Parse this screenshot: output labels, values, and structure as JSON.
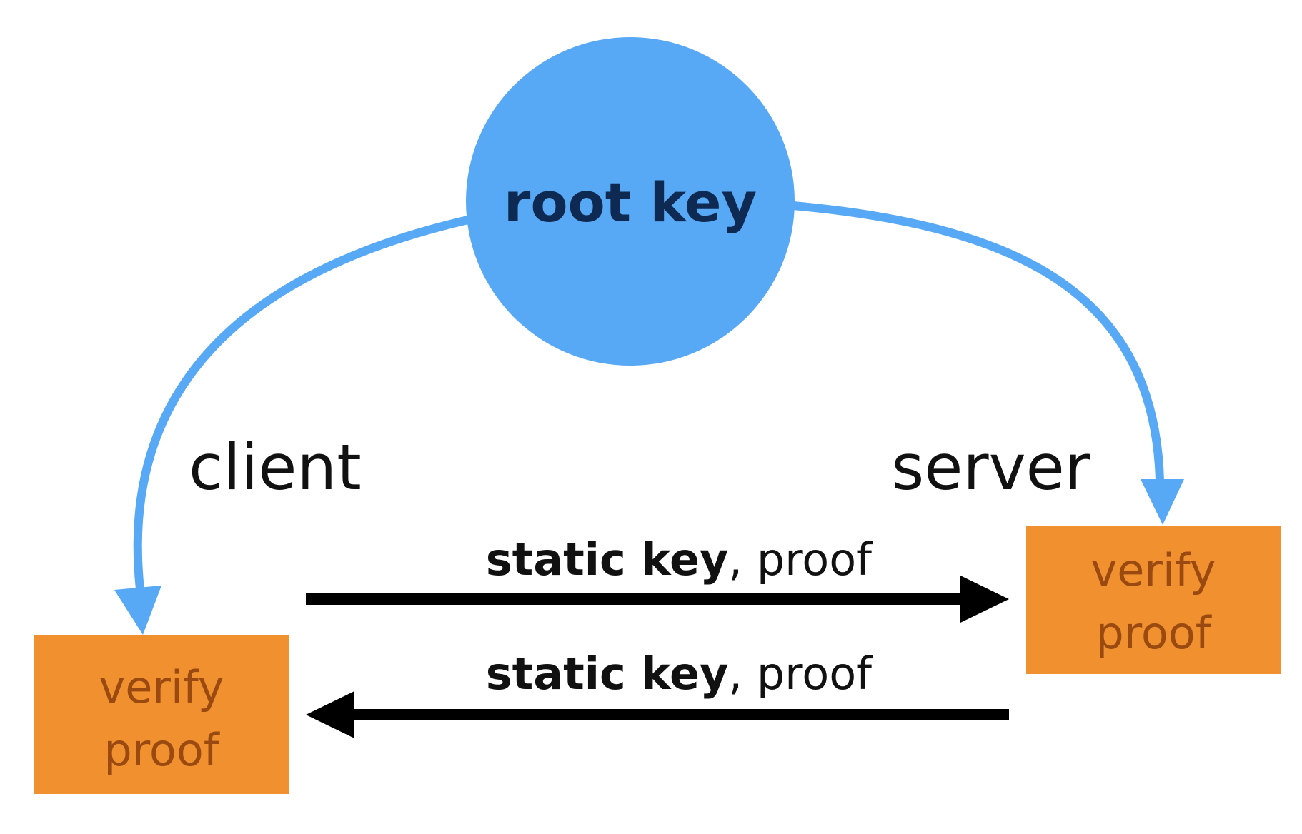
{
  "root": {
    "label": "root key"
  },
  "parties": {
    "client_label": "client",
    "server_label": "server"
  },
  "messages": [
    {
      "key_text": "static key",
      "rest_text": ", proof",
      "direction": "client-to-server"
    },
    {
      "key_text": "static key",
      "rest_text": ", proof",
      "direction": "server-to-client"
    }
  ],
  "boxes": {
    "client": {
      "line1": "verify",
      "line2": "proof"
    },
    "server": {
      "line1": "verify",
      "line2": "proof"
    }
  },
  "colors": {
    "root_fill": "#57a8f5",
    "root_text": "#0e2a52",
    "curve": "#57a8f5",
    "box_fill": "#f0902f",
    "box_text": "#9a4a10",
    "message_arrow": "#000000",
    "text": "#111111"
  }
}
